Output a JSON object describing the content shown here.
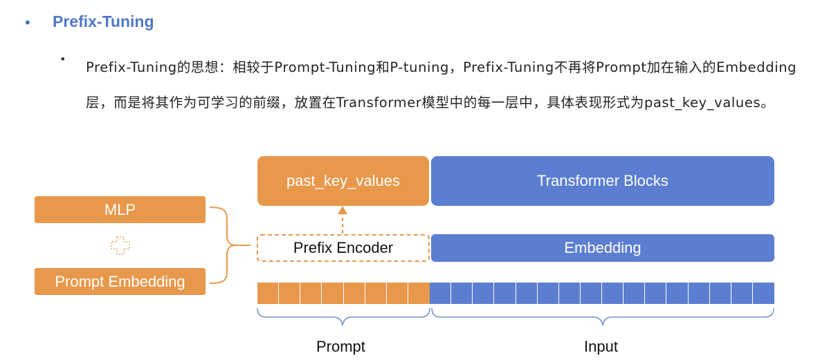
{
  "title": "Prefix-Tuning",
  "body_text": "Prefix-Tuning的思想：相较于Prompt-Tuning和P-tuning，Prefix-Tuning不再将Prompt加在输入的Embedding层，而是将其作为可学习的前缀，放置在Transformer模型中的每一层中，具体表现形式为past_key_values。",
  "diagram": {
    "mlp": "MLP",
    "plus_icon": "plus-icon",
    "prompt_embedding": "Prompt Embedding",
    "prefix_encoder": "Prefix Encoder",
    "past_key_values": "past_key_values",
    "transformer_blocks": "Transformer Blocks",
    "embedding": "Embedding",
    "prompt_label": "Prompt",
    "input_label": "Input",
    "prompt_token_count": 8,
    "input_token_count": 16
  },
  "colors": {
    "orange": "#e8984b",
    "blue": "#5b7ed0",
    "heading": "#4f78c8"
  }
}
